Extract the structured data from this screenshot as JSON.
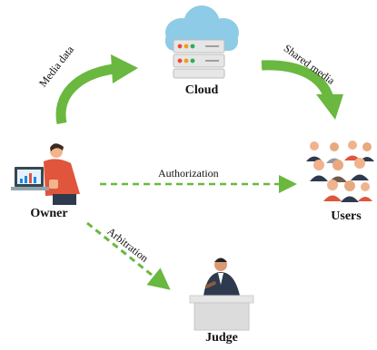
{
  "nodes": {
    "cloud": {
      "label": "Cloud",
      "icon": "cloud-server-icon"
    },
    "owner": {
      "label": "Owner",
      "icon": "owner-laptop-icon"
    },
    "users": {
      "label": "Users",
      "icon": "users-group-icon"
    },
    "judge": {
      "label": "Judge",
      "icon": "judge-gavel-icon"
    }
  },
  "edges": {
    "owner_to_cloud": {
      "label": "Media data",
      "style": "solid-curved"
    },
    "cloud_to_users": {
      "label": "Shared media",
      "style": "solid-curved"
    },
    "owner_to_users": {
      "label": "Authorization",
      "style": "dashed"
    },
    "owner_to_judge": {
      "label": "Arbitration",
      "style": "dashed"
    }
  },
  "colors": {
    "arrow": "#6ab83f",
    "cloud": "#8ecbe6",
    "server": "#e3e3e3",
    "suit_dark": "#2e3a4e",
    "shirt_red": "#e0553b"
  }
}
